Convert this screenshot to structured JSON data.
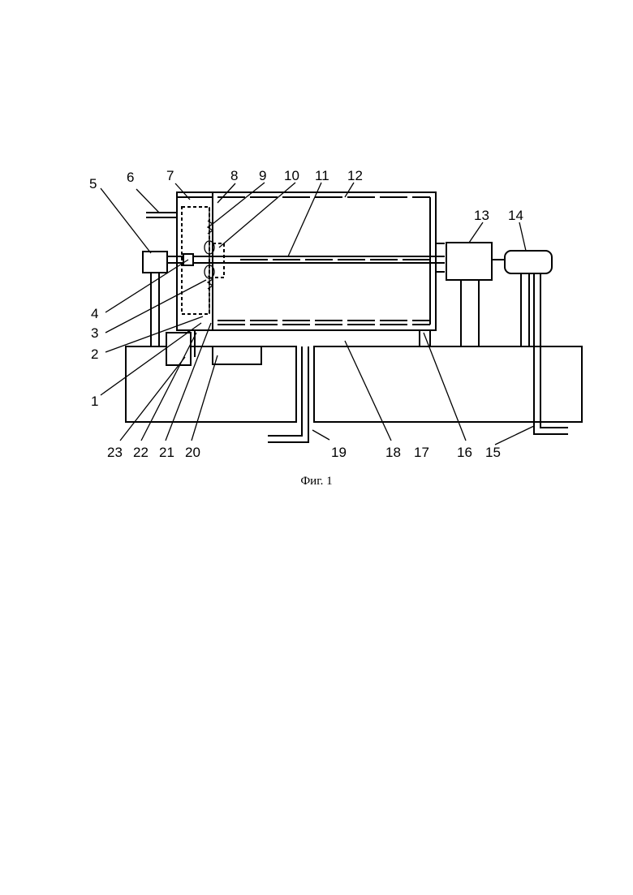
{
  "figure": {
    "caption": "Фиг. 1",
    "labels": [
      "1",
      "2",
      "3",
      "4",
      "5",
      "6",
      "7",
      "8",
      "9",
      "10",
      "11",
      "12",
      "13",
      "14",
      "15",
      "16",
      "17",
      "18",
      "19",
      "20",
      "21",
      "22",
      "23"
    ]
  },
  "colors": {
    "ink": "#000000",
    "background": "#ffffff"
  }
}
